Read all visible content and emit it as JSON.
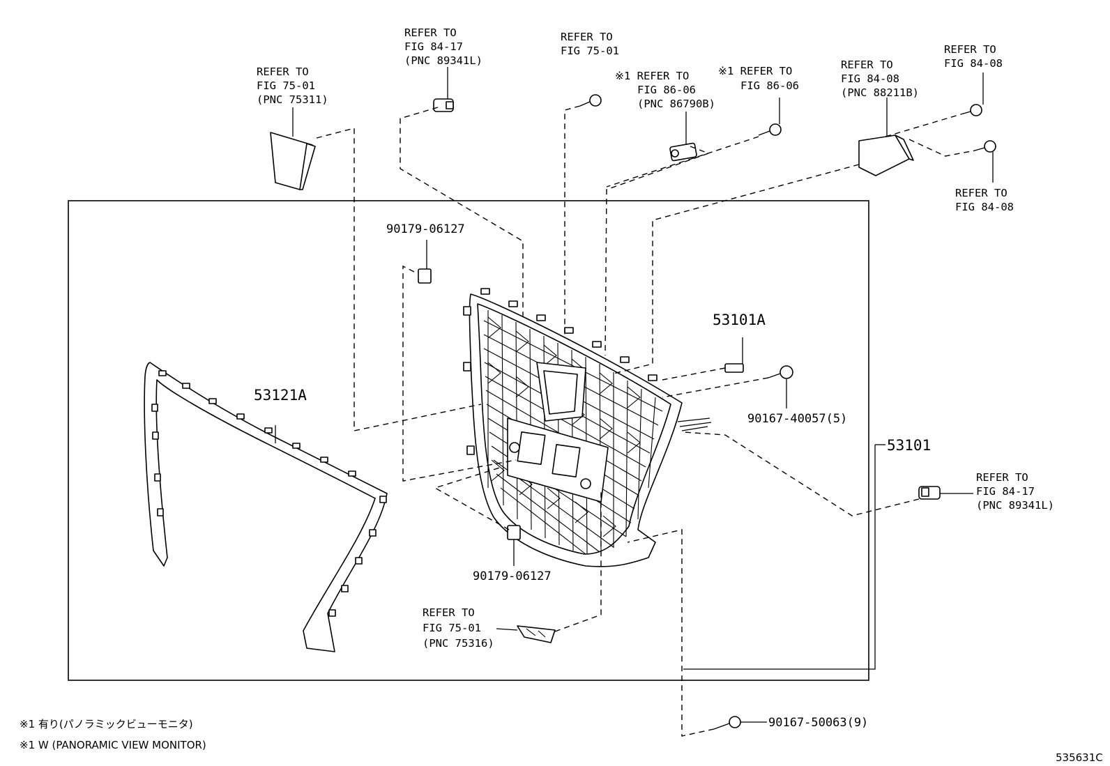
{
  "callouts": {
    "c1": [
      "REFER TO",
      "FIG 75-01",
      "(PNC 75311)"
    ],
    "c2": [
      "REFER TO",
      "FIG 84-17",
      "(PNC 89341L)"
    ],
    "c3": [
      "REFER TO",
      "FIG 75-01"
    ],
    "c4": [
      "※1 REFER TO",
      "FIG 86-06",
      "(PNC 86790B)"
    ],
    "c5": [
      "※1 REFER TO",
      "FIG 86-06"
    ],
    "c6": [
      "REFER TO",
      "FIG 84-08",
      "(PNC 88211B)"
    ],
    "c7": [
      "REFER TO",
      "FIG 84-08"
    ],
    "c8": [
      "REFER TO",
      "FIG 84-08"
    ],
    "c9": [
      "REFER TO",
      "FIG 84-17",
      "(PNC 89341L)"
    ],
    "c10": [
      "REFER TO",
      "FIG 75-01",
      "(PNC 75316)"
    ]
  },
  "parts": {
    "p53121A": "53121A",
    "p53101A": "53101A",
    "p53101": "53101",
    "p90179_top": "90179-06127",
    "p90179_bottom": "90179-06127",
    "p90167_40057": "90167-40057(5)",
    "p90167_50063": "90167-50063(9)"
  },
  "notes": {
    "jp": "※1 有り(パノラミックビューモニタ)",
    "en": "※1 W (PANORAMIC VIEW MONITOR)"
  },
  "diagram_id": "535631C"
}
